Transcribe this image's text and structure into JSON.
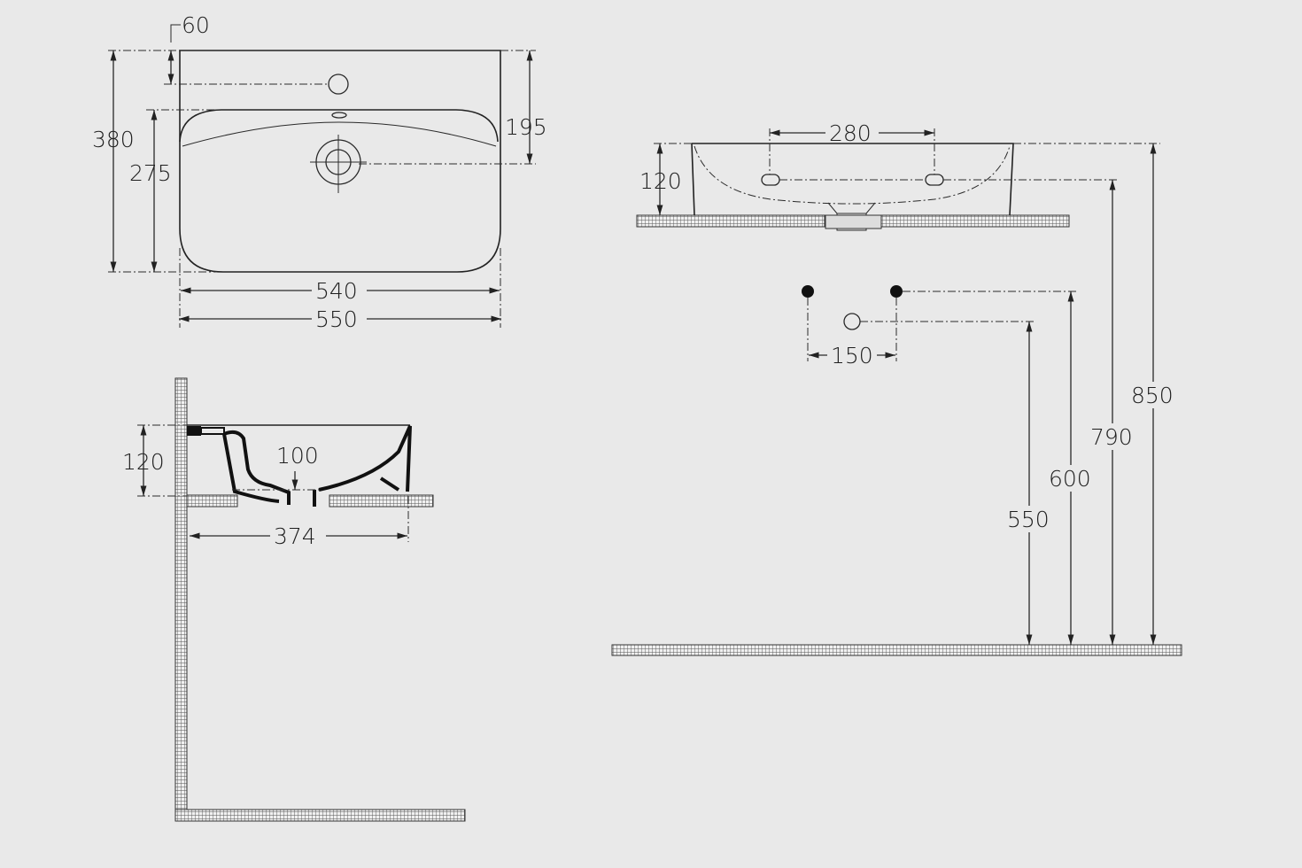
{
  "top_view": {
    "dim_60": "60",
    "dim_380": "380",
    "dim_275": "275",
    "dim_195": "195",
    "dim_540": "540",
    "dim_550": "550"
  },
  "side_view": {
    "dim_120": "120",
    "dim_100": "100",
    "dim_374": "374"
  },
  "front_view": {
    "dim_280": "280",
    "dim_120": "120",
    "dim_150": "150",
    "dim_550": "550",
    "dim_600": "600",
    "dim_790": "790",
    "dim_850": "850"
  },
  "colors": {
    "background": "#e9e9e9",
    "ink": "#1f1f1f"
  }
}
